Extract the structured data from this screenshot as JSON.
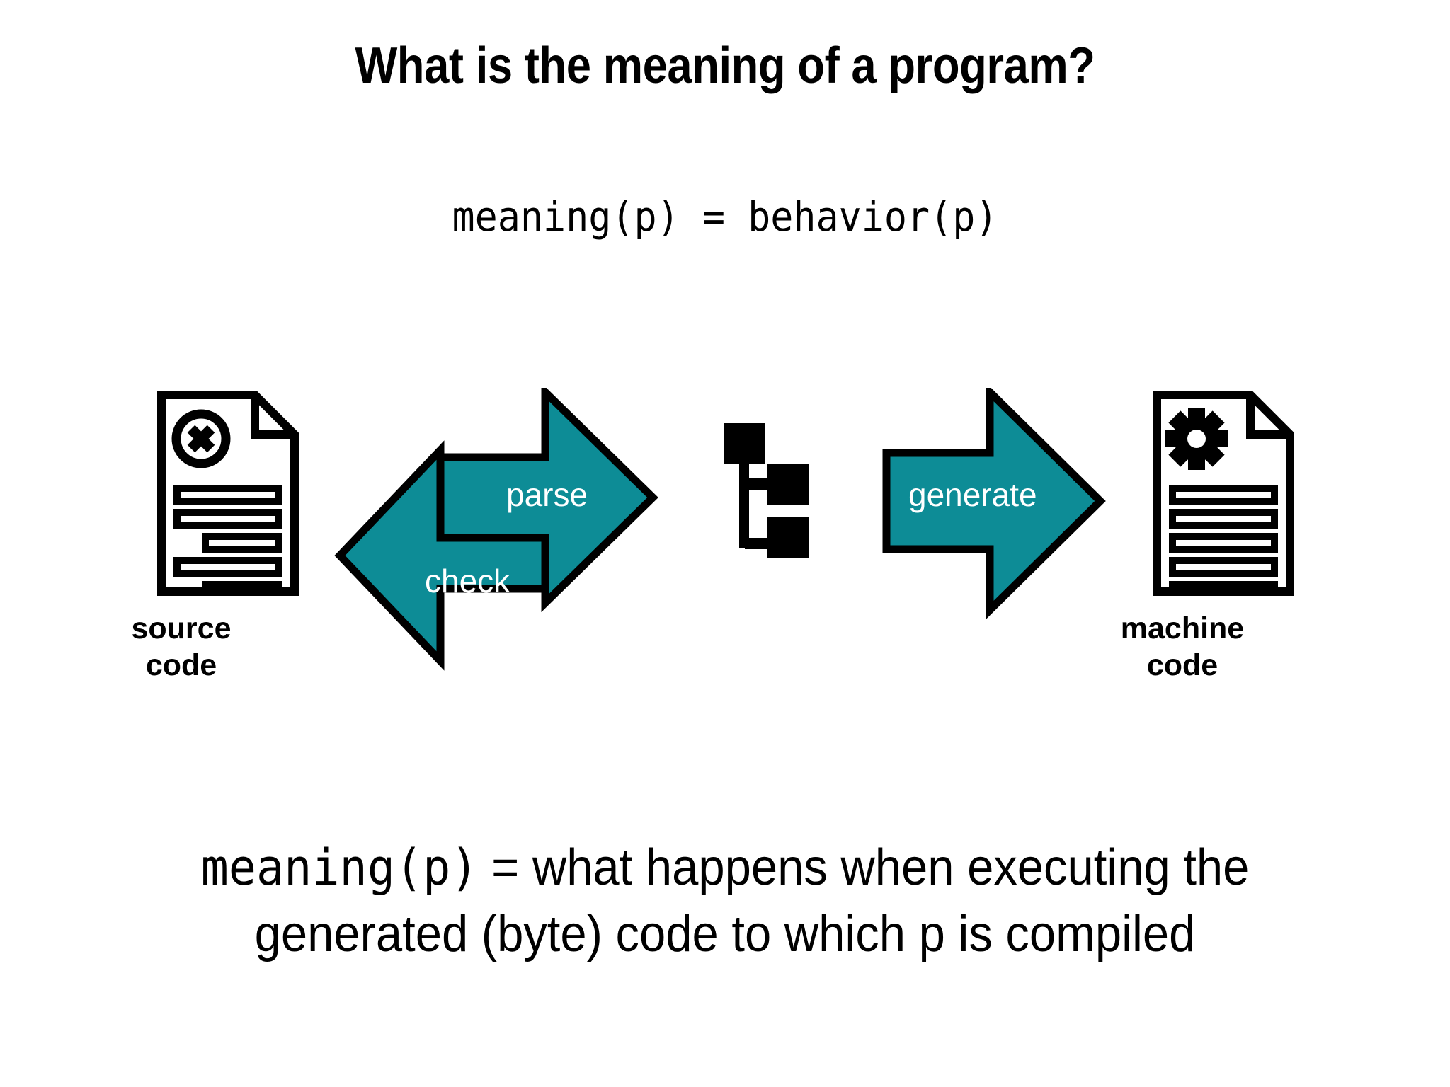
{
  "slide": {
    "title": "What is the meaning of a program?",
    "formula": "meaning(p) = behavior(p)",
    "background_color": "#ffffff",
    "text_color": "#000000",
    "accent_color": "#0d8c96"
  },
  "diagram": {
    "source": {
      "label_line1": "source",
      "label_line2": "code",
      "icon": "document-with-error-icon"
    },
    "machine": {
      "label_line1": "machine",
      "label_line2": "code",
      "icon": "document-with-gear-icon"
    },
    "ast": {
      "icon": "syntax-tree-icon"
    },
    "arrows": {
      "parse": "parse",
      "check": "check",
      "generate": "generate",
      "fill_color": "#0d8c96",
      "stroke_color": "#000000",
      "label_color": "#ffffff"
    }
  },
  "caption": {
    "mono_term": "meaning(p)",
    "line1_rest": " = what happens when executing the",
    "line2": "generated (byte) code to which p is compiled"
  }
}
